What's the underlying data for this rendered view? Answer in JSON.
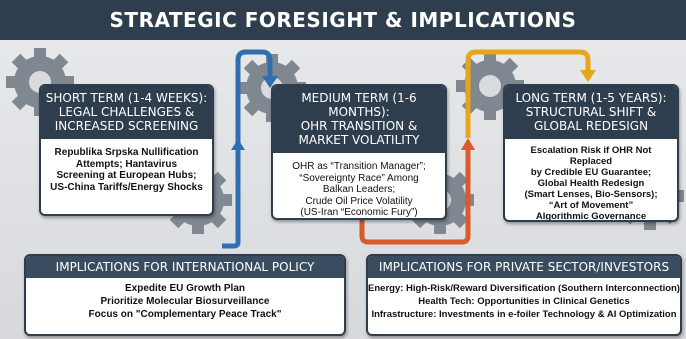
{
  "title": "STRATEGIC FORESIGHT & IMPLICATIONS",
  "colors": {
    "navy": "#2e3e4e",
    "arrow_blue": "#2f6fb0",
    "arrow_orange": "#d95a2b",
    "arrow_gold": "#e8a51a"
  },
  "short_term": {
    "header": [
      "SHORT TERM (1-4 WEEKS):",
      "LEGAL CHALLENGES &",
      "INCREASED SCREENING"
    ],
    "body": [
      "Republika Srpska Nullification",
      "Attempts; Hantavirus",
      "Screening at European Hubs;",
      "US-China Tariffs/Energy Shocks"
    ]
  },
  "medium_term": {
    "header": [
      "MEDIUM TERM (1-6 MONTHS):",
      "OHR TRANSITION &",
      "MARKET VOLATILITY"
    ],
    "body": [
      "OHR as “Transition Manager”;",
      "“Sovereignty Race” Among",
      "Balkan Leaders;",
      "Crude Oil Price Volatility",
      "(US-Iran “Economic Fury”)"
    ]
  },
  "long_term": {
    "header": [
      "LONG TERM (1-5 YEARS):",
      "STRUCTURAL SHIFT &",
      "GLOBAL REDESIGN"
    ],
    "body": [
      "Escalation Risk if OHR Not Replaced",
      "by Credible EU Guarantee;",
      "Global Health Redesign",
      "(Smart Lenses, Bio-Sensors);",
      "“Art of Movement”",
      "Algorithmic Governance"
    ]
  },
  "policy": {
    "header": "IMPLICATIONS FOR INTERNATIONAL POLICY",
    "items": [
      "Expedite EU Growth Plan",
      "Prioritize Molecular Biosurveillance",
      "Focus on \"Complementary Peace Track\""
    ]
  },
  "private": {
    "header": "IMPLICATIONS FOR PRIVATE SECTOR/INVESTORS",
    "items": [
      "Energy: High-Risk/Reward Diversification (Southern Interconnection)",
      "Health Tech: Opportunities in Clinical Genetics",
      "Infrastructure: Investments in e-foiler Technology & AI Optimization"
    ]
  }
}
